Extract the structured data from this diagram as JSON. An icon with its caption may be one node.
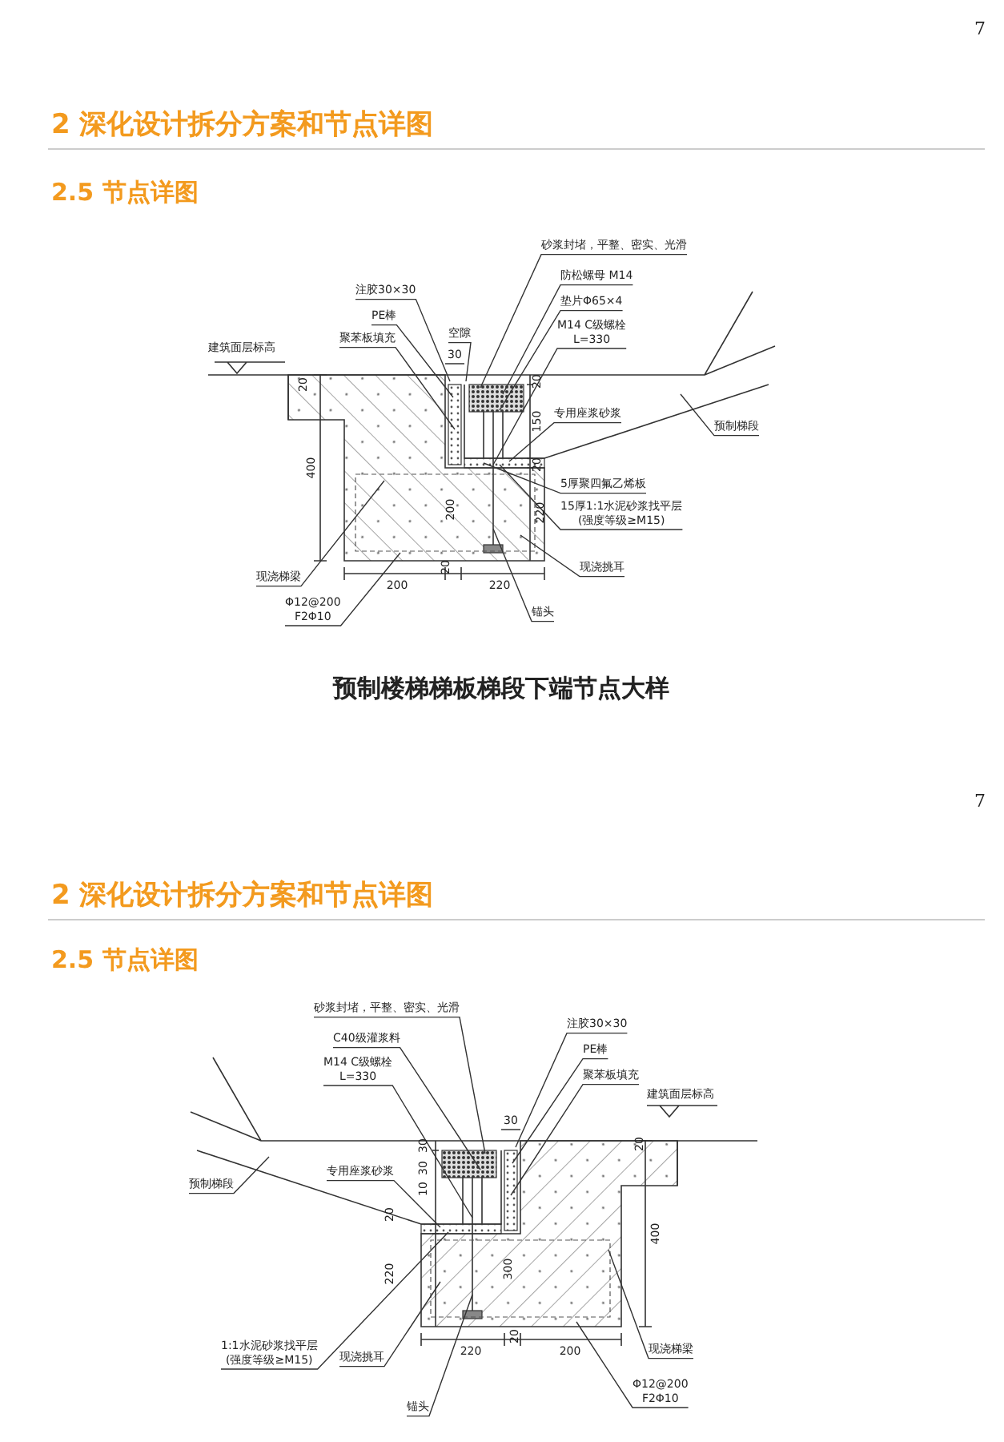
{
  "diagram": {
    "caption": "预制楼梯梯板梯段下端节点大样",
    "nodes": [
      {
        "text": [
          "砂浆封堵，平整、密实、光滑"
        ]
      },
      {
        "text": [
          "防松螺母 M14"
        ]
      },
      {
        "text": [
          "垫片Φ65×4"
        ]
      },
      {
        "text": [
          "M14 C级螺栓",
          "L=330"
        ]
      },
      {
        "text": [
          "注胶30×30"
        ]
      },
      {
        "text": [
          "PE棒"
        ]
      },
      {
        "text": [
          "聚苯板填充"
        ]
      },
      {
        "text": [
          "空隙"
        ]
      },
      {
        "text": [
          "专用座浆砂浆"
        ]
      },
      {
        "text": [
          "预制梯段"
        ]
      },
      {
        "text": [
          "5厚聚四氟乙烯板"
        ]
      },
      {
        "text": [
          "15厚1:1水泥砂浆找平层",
          "(强度等级≥M15)"
        ]
      },
      {
        "text": [
          "现浇挑耳"
        ]
      },
      {
        "text": [
          "锚头"
        ]
      },
      {
        "text": [
          "现浇梯梁"
        ]
      },
      {
        "text": [
          "Φ12@200",
          "F2Φ10"
        ]
      },
      {
        "text": [
          "砂浆封堵，平整、密实、光滑"
        ]
      },
      {
        "text": [
          "C40级灌浆料"
        ]
      },
      {
        "text": [
          "M14 C级螺栓",
          "L=330"
        ]
      },
      {
        "text": [
          "注胶30×30"
        ]
      },
      {
        "text": [
          "PE棒"
        ]
      },
      {
        "text": [
          "聚苯板填充"
        ]
      },
      {
        "text": [
          "专用座浆砂浆"
        ]
      },
      {
        "text": [
          "预制梯段"
        ]
      },
      {
        "text": [
          "1:1水泥砂浆找平层",
          "(强度等级≥M15)"
        ]
      },
      {
        "text": [
          "现浇挑耳"
        ]
      },
      {
        "text": [
          "锚头"
        ]
      },
      {
        "text": [
          "现浇梯梁"
        ]
      },
      {
        "text": [
          "Φ12@200",
          "F2Φ10"
        ]
      }
    ],
    "edges": [
      {
        "from": 0,
        "to": null,
        "arrow": "none"
      },
      {
        "from": 1,
        "to": null,
        "arrow": "none"
      },
      {
        "from": 2,
        "to": null,
        "arrow": "none"
      },
      {
        "from": 3,
        "to": null,
        "arrow": "none"
      },
      {
        "from": 4,
        "to": null,
        "arrow": "none"
      },
      {
        "from": 5,
        "to": null,
        "arrow": "none"
      },
      {
        "from": 6,
        "to": null,
        "arrow": "none"
      },
      {
        "from": 7,
        "to": null,
        "arrow": "none"
      },
      {
        "from": 8,
        "to": null,
        "arrow": "none"
      },
      {
        "from": 9,
        "to": null,
        "arrow": "none"
      },
      {
        "from": 10,
        "to": null,
        "arrow": "none"
      },
      {
        "from": 11,
        "to": null,
        "arrow": "none"
      },
      {
        "from": 12,
        "to": null,
        "arrow": "none"
      },
      {
        "from": 13,
        "to": null,
        "arrow": "none"
      },
      {
        "from": 14,
        "to": null,
        "arrow": "none"
      },
      {
        "from": 15,
        "to": null,
        "arrow": "none"
      },
      {
        "from": 16,
        "to": null,
        "arrow": "none"
      },
      {
        "from": 17,
        "to": null,
        "arrow": "none"
      },
      {
        "from": 18,
        "to": null,
        "arrow": "none"
      },
      {
        "from": 19,
        "to": null,
        "arrow": "none"
      },
      {
        "from": 20,
        "to": null,
        "arrow": "none"
      },
      {
        "from": 21,
        "to": null,
        "arrow": "none"
      },
      {
        "from": 22,
        "to": null,
        "arrow": "none"
      },
      {
        "from": 23,
        "to": null,
        "arrow": "none"
      },
      {
        "from": 24,
        "to": null,
        "arrow": "none"
      },
      {
        "from": 25,
        "to": null,
        "arrow": "none"
      },
      {
        "from": 26,
        "to": null,
        "arrow": "none"
      },
      {
        "from": 27,
        "to": null,
        "arrow": "none"
      },
      {
        "from": 28,
        "to": null,
        "arrow": "none"
      }
    ],
    "labels": [
      "7",
      "2 深化设计拆分方案和节点详图",
      "2.5 节点详图",
      "建筑面层标高",
      "30",
      "20",
      "20",
      "150",
      "400",
      "20",
      "200",
      "220",
      "20",
      "200",
      "220",
      "7",
      "2 深化设计拆分方案和节点详图",
      "2.5 节点详图",
      "建筑面层标高",
      "30",
      "30",
      "20",
      "30",
      "10",
      "20",
      "400",
      "220",
      "300",
      "20",
      "220",
      "200"
    ]
  }
}
